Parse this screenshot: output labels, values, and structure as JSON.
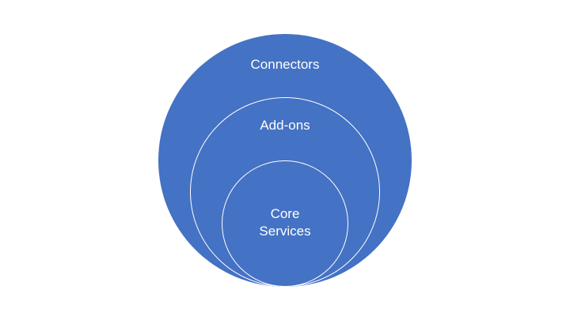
{
  "diagram": {
    "layers": [
      {
        "label": "Connectors",
        "color": "#4472c4"
      },
      {
        "label": "Add-ons",
        "color": "#4472c4"
      },
      {
        "label_lines": [
          "Core",
          "Services"
        ],
        "color": "#4472c4"
      }
    ],
    "ring_border_color": "#ffffff",
    "text_color": "#ffffff",
    "background": "#ffffff"
  }
}
